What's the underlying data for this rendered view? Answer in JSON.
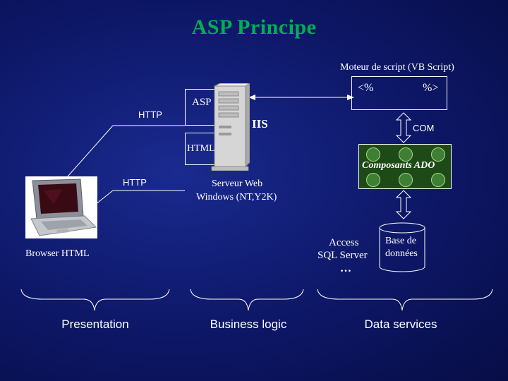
{
  "title": "ASP Principe",
  "moteur_label": "Moteur de script (VB Script)",
  "moteur_open": "<%",
  "moteur_close": "%>",
  "asp_label": "ASP",
  "html_label": "HTML",
  "iis_label": "IIS",
  "http_top": "HTTP",
  "http_bottom": "HTTP",
  "com_label": "COM",
  "ado_label": "Composants ADO",
  "server_line1": "Serveur Web",
  "server_line2": "Windows (NT,Y2K)",
  "browser_label": "Browser HTML",
  "access_label": "Access",
  "sqlserver_label": "SQL Server",
  "ellipsis_label": "…",
  "db_line1": "Base de",
  "db_line2": "données",
  "tiers": {
    "presentation": "Presentation",
    "business": "Business logic",
    "data": "Data services"
  },
  "colors": {
    "background": "#0d1766",
    "title": "#00b050",
    "ado_box": "#1e4a17",
    "bubble": "#3f7f33"
  }
}
